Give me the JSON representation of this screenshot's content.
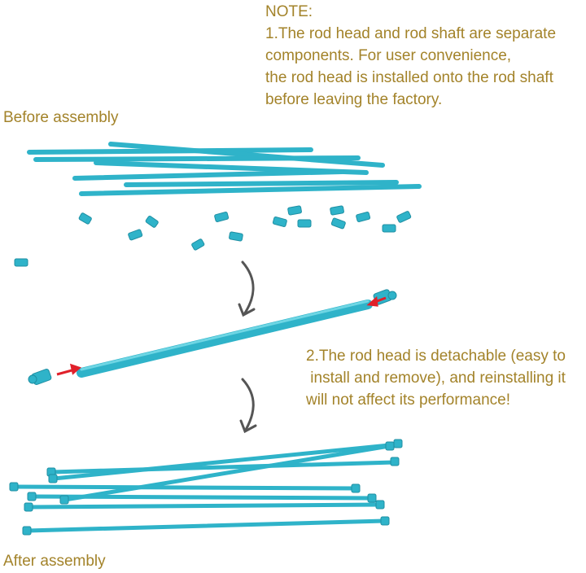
{
  "note": {
    "heading": "NOTE:",
    "lines": [
      "1.The rod head and rod shaft are separate",
      "components. For user convenience,",
      "the rod head is installed onto the rod shaft",
      "before leaving the factory."
    ]
  },
  "labels": {
    "before": "Before assembly",
    "after": "After assembly"
  },
  "note2": {
    "lines": [
      "2.The rod head is detachable (easy to",
      " install and remove), and reinstalling it",
      "will not affect its performance!"
    ]
  },
  "colors": {
    "text": "#a3832a",
    "rod": "#2fb3c9",
    "rod_dark": "#1f8fa3",
    "arrow": "#555555",
    "pointer": "#e0202a"
  }
}
